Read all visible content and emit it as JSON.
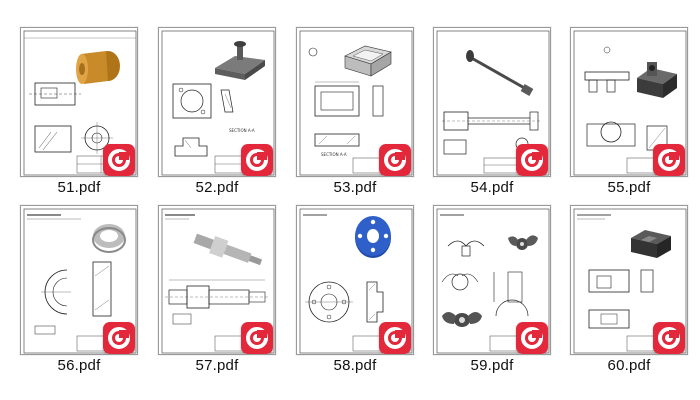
{
  "files": [
    {
      "name": "51.pdf"
    },
    {
      "name": "52.pdf"
    },
    {
      "name": "53.pdf"
    },
    {
      "name": "54.pdf"
    },
    {
      "name": "55.pdf"
    },
    {
      "name": "56.pdf"
    },
    {
      "name": "57.pdf"
    },
    {
      "name": "58.pdf"
    },
    {
      "name": "59.pdf"
    },
    {
      "name": "60.pdf"
    }
  ],
  "colors": {
    "badge": "#e2283a",
    "line": "#222222",
    "part_bronze": "#c98a2a",
    "part_gray": "#9e9e9e",
    "part_blue": "#2f5fc8",
    "part_dark": "#4a4a4a"
  },
  "badge_icon": "pdf-app-logo-icon"
}
